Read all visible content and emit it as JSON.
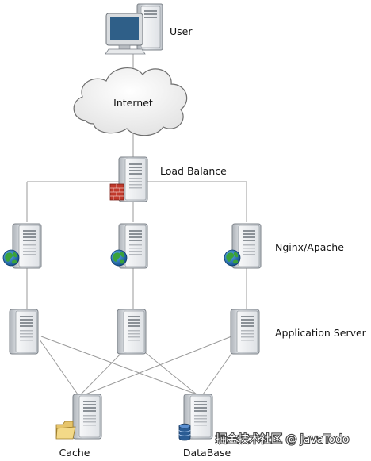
{
  "labels": {
    "user": "User",
    "internet": "Internet",
    "load_balance": "Load Balance",
    "web_tier": "Nginx/Apache",
    "app_tier": "Application Server",
    "cache": "Cache",
    "database": "DataBase"
  },
  "watermark": "掘金技术社区 @ javaTodo",
  "colors": {
    "line": "#9a9a9a",
    "server_body": "#d5d8dc",
    "server_front": "#f1f2f3",
    "cloud_fill": "#f4f4f4",
    "firewall": "#c0392b",
    "globe_water": "#1f73b7",
    "globe_land": "#3aa23a"
  }
}
